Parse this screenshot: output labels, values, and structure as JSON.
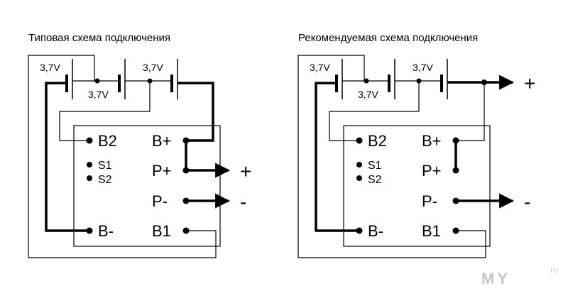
{
  "diagrams": [
    {
      "title": "Типовая схема подключения",
      "cells": [
        "3,7V",
        "3,7V",
        "3,7V"
      ],
      "terminals": {
        "b2": "B2",
        "s1": "S1",
        "s2": "S2",
        "bminus": "B-",
        "bplus": "B+",
        "pplus": "P+",
        "pminus": "P-",
        "b1": "B1"
      },
      "signs": {
        "plus": "+",
        "minus": "-"
      }
    },
    {
      "title": "Рекомендуемая схема подключения",
      "cells": [
        "3,7V",
        "3,7V",
        "3,7V"
      ],
      "terminals": {
        "b2": "B2",
        "s1": "S1",
        "s2": "S2",
        "bminus": "B-",
        "bplus": "B+",
        "pplus": "P+",
        "pminus": "P-",
        "b1": "B1"
      },
      "signs": {
        "plus": "+",
        "minus": "-"
      }
    }
  ],
  "watermark": {
    "text": "MY",
    "suffix": ".ru"
  }
}
